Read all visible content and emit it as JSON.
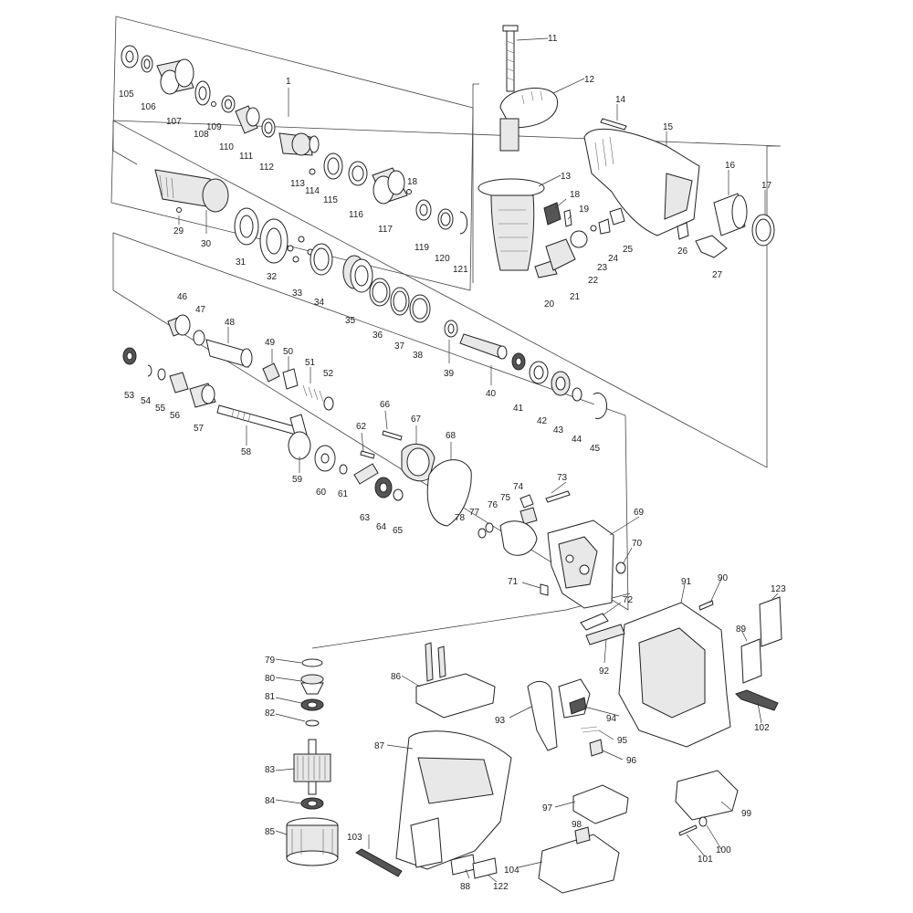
{
  "labels": {
    "p1": "1",
    "p11": "11",
    "p12": "12",
    "p13": "13",
    "p14": "14",
    "p15": "15",
    "p16": "16",
    "p17": "17",
    "p18a": "18",
    "p18b": "18",
    "p19": "19",
    "p20": "20",
    "p21": "21",
    "p22": "22",
    "p23": "23",
    "p24": "24",
    "p25": "25",
    "p26": "26",
    "p27": "27",
    "p29": "29",
    "p30": "30",
    "p31": "31",
    "p32": "32",
    "p33": "33",
    "p34": "34",
    "p35": "35",
    "p36": "36",
    "p37": "37",
    "p38": "38",
    "p39": "39",
    "p40": "40",
    "p41": "41",
    "p42": "42",
    "p43": "43",
    "p44": "44",
    "p45": "45",
    "p46": "46",
    "p47": "47",
    "p48": "48",
    "p49": "49",
    "p50": "50",
    "p51": "51",
    "p52": "52",
    "p53": "53",
    "p54": "54",
    "p55": "55",
    "p56": "56",
    "p57": "57",
    "p58": "58",
    "p59": "59",
    "p60": "60",
    "p61": "61",
    "p62": "62",
    "p63": "63",
    "p64": "64",
    "p65": "65",
    "p66": "66",
    "p67": "67",
    "p68": "68",
    "p69": "69",
    "p70": "70",
    "p71": "71",
    "p72": "72",
    "p73": "73",
    "p74": "74",
    "p75": "75",
    "p76": "76",
    "p77": "77",
    "p78": "78",
    "p79": "79",
    "p80": "80",
    "p81": "81",
    "p82": "82",
    "p83": "83",
    "p84": "84",
    "p85": "85",
    "p86": "86",
    "p87": "87",
    "p88": "88",
    "p89": "89",
    "p90": "90",
    "p91": "91",
    "p92": "92",
    "p93": "93",
    "p94": "94",
    "p95": "95",
    "p96": "96",
    "p97": "97",
    "p98": "98",
    "p99": "99",
    "p100": "100",
    "p101": "101",
    "p102": "102",
    "p103": "103",
    "p104": "104",
    "p105": "105",
    "p106": "106",
    "p107": "107",
    "p108": "108",
    "p109": "109",
    "p110": "110",
    "p111": "111",
    "p112": "112",
    "p113": "113",
    "p114": "114",
    "p115": "115",
    "p116": "116",
    "p117": "117",
    "p119": "119",
    "p120": "120",
    "p121": "121",
    "p122": "122",
    "p123": "123"
  },
  "colors": {
    "line": "#222222",
    "label": "#222222",
    "background": "#ffffff"
  }
}
